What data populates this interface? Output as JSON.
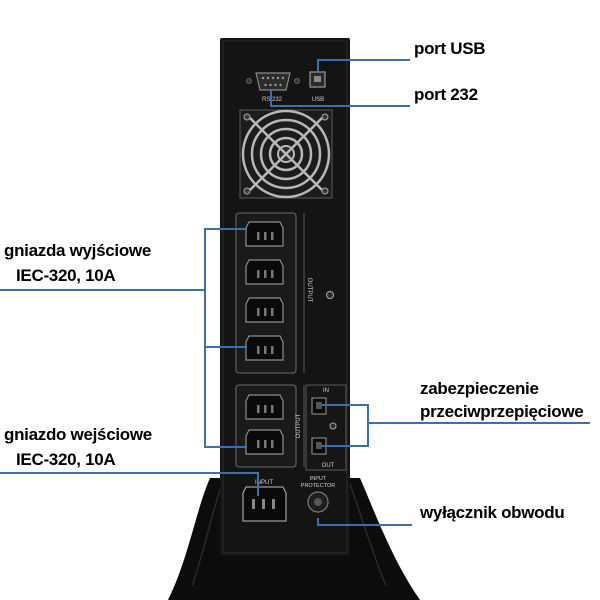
{
  "device": {
    "port_labels": {
      "rs232": "RS 232",
      "usb": "USB"
    },
    "panel_labels": {
      "output": "OUTPUT",
      "input": "INPUT",
      "input_protector_line1": "INPUT",
      "input_protector_line2": "PROTECTOR",
      "surge_in": "IN",
      "surge_out": "OUT"
    }
  },
  "callouts": {
    "port_usb": "port USB",
    "port_232": "port 232",
    "output_sockets_line1": "gniazda wyjściowe",
    "output_sockets_line2": "IEC-320, 10A",
    "input_socket_line1": "gniazdo wejściowe",
    "input_socket_line2": "IEC-320, 10A",
    "surge_protection_line1": "zabezpieczenie",
    "surge_protection_line2": "przeciwprzepięciowe",
    "circuit_breaker": "wyłącznik obwodu"
  },
  "colors": {
    "callout_line": "#3a6fb0",
    "ups_body": "#141414",
    "stand": "#0c0c0c"
  }
}
